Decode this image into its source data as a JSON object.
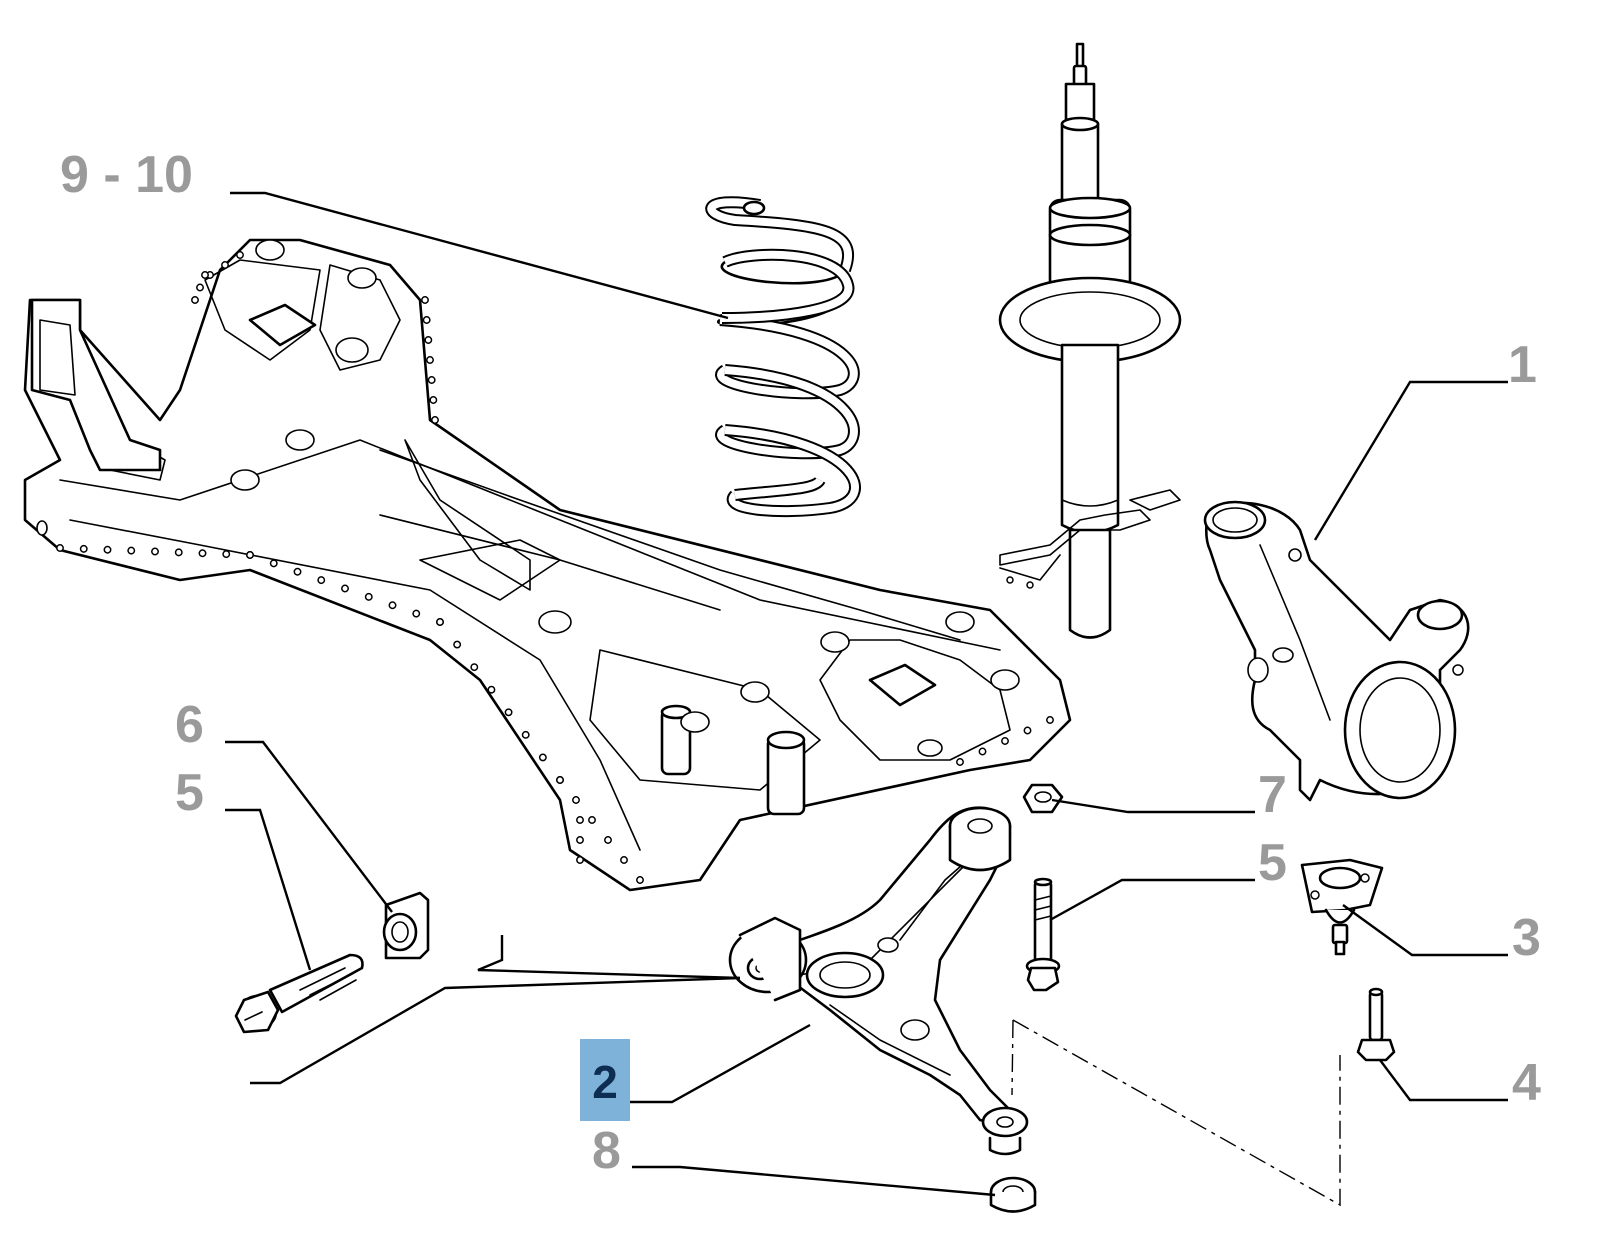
{
  "diagram": {
    "title": "Front suspension exploded view",
    "highlight_color": "#7fb2d9",
    "label_color": "#9a9a9a",
    "callouts": [
      {
        "id": "c-9-10",
        "text": "9 - 10",
        "part": "coil-spring"
      },
      {
        "id": "c-1",
        "text": "1",
        "part": "steering-knuckle"
      },
      {
        "id": "c-6",
        "text": "6",
        "part": "bushing"
      },
      {
        "id": "c-5a",
        "text": "5",
        "part": "flanged-bolt-long"
      },
      {
        "id": "c-7",
        "text": "7",
        "part": "nut"
      },
      {
        "id": "c-5b",
        "text": "5",
        "part": "flanged-bolt"
      },
      {
        "id": "c-3",
        "text": "3",
        "part": "ball-joint"
      },
      {
        "id": "c-2",
        "text": "2",
        "part": "lower-control-arm",
        "highlighted": true
      },
      {
        "id": "c-4",
        "text": "4",
        "part": "small-bolt"
      },
      {
        "id": "c-8",
        "text": "8",
        "part": "rear-bushing"
      }
    ]
  }
}
